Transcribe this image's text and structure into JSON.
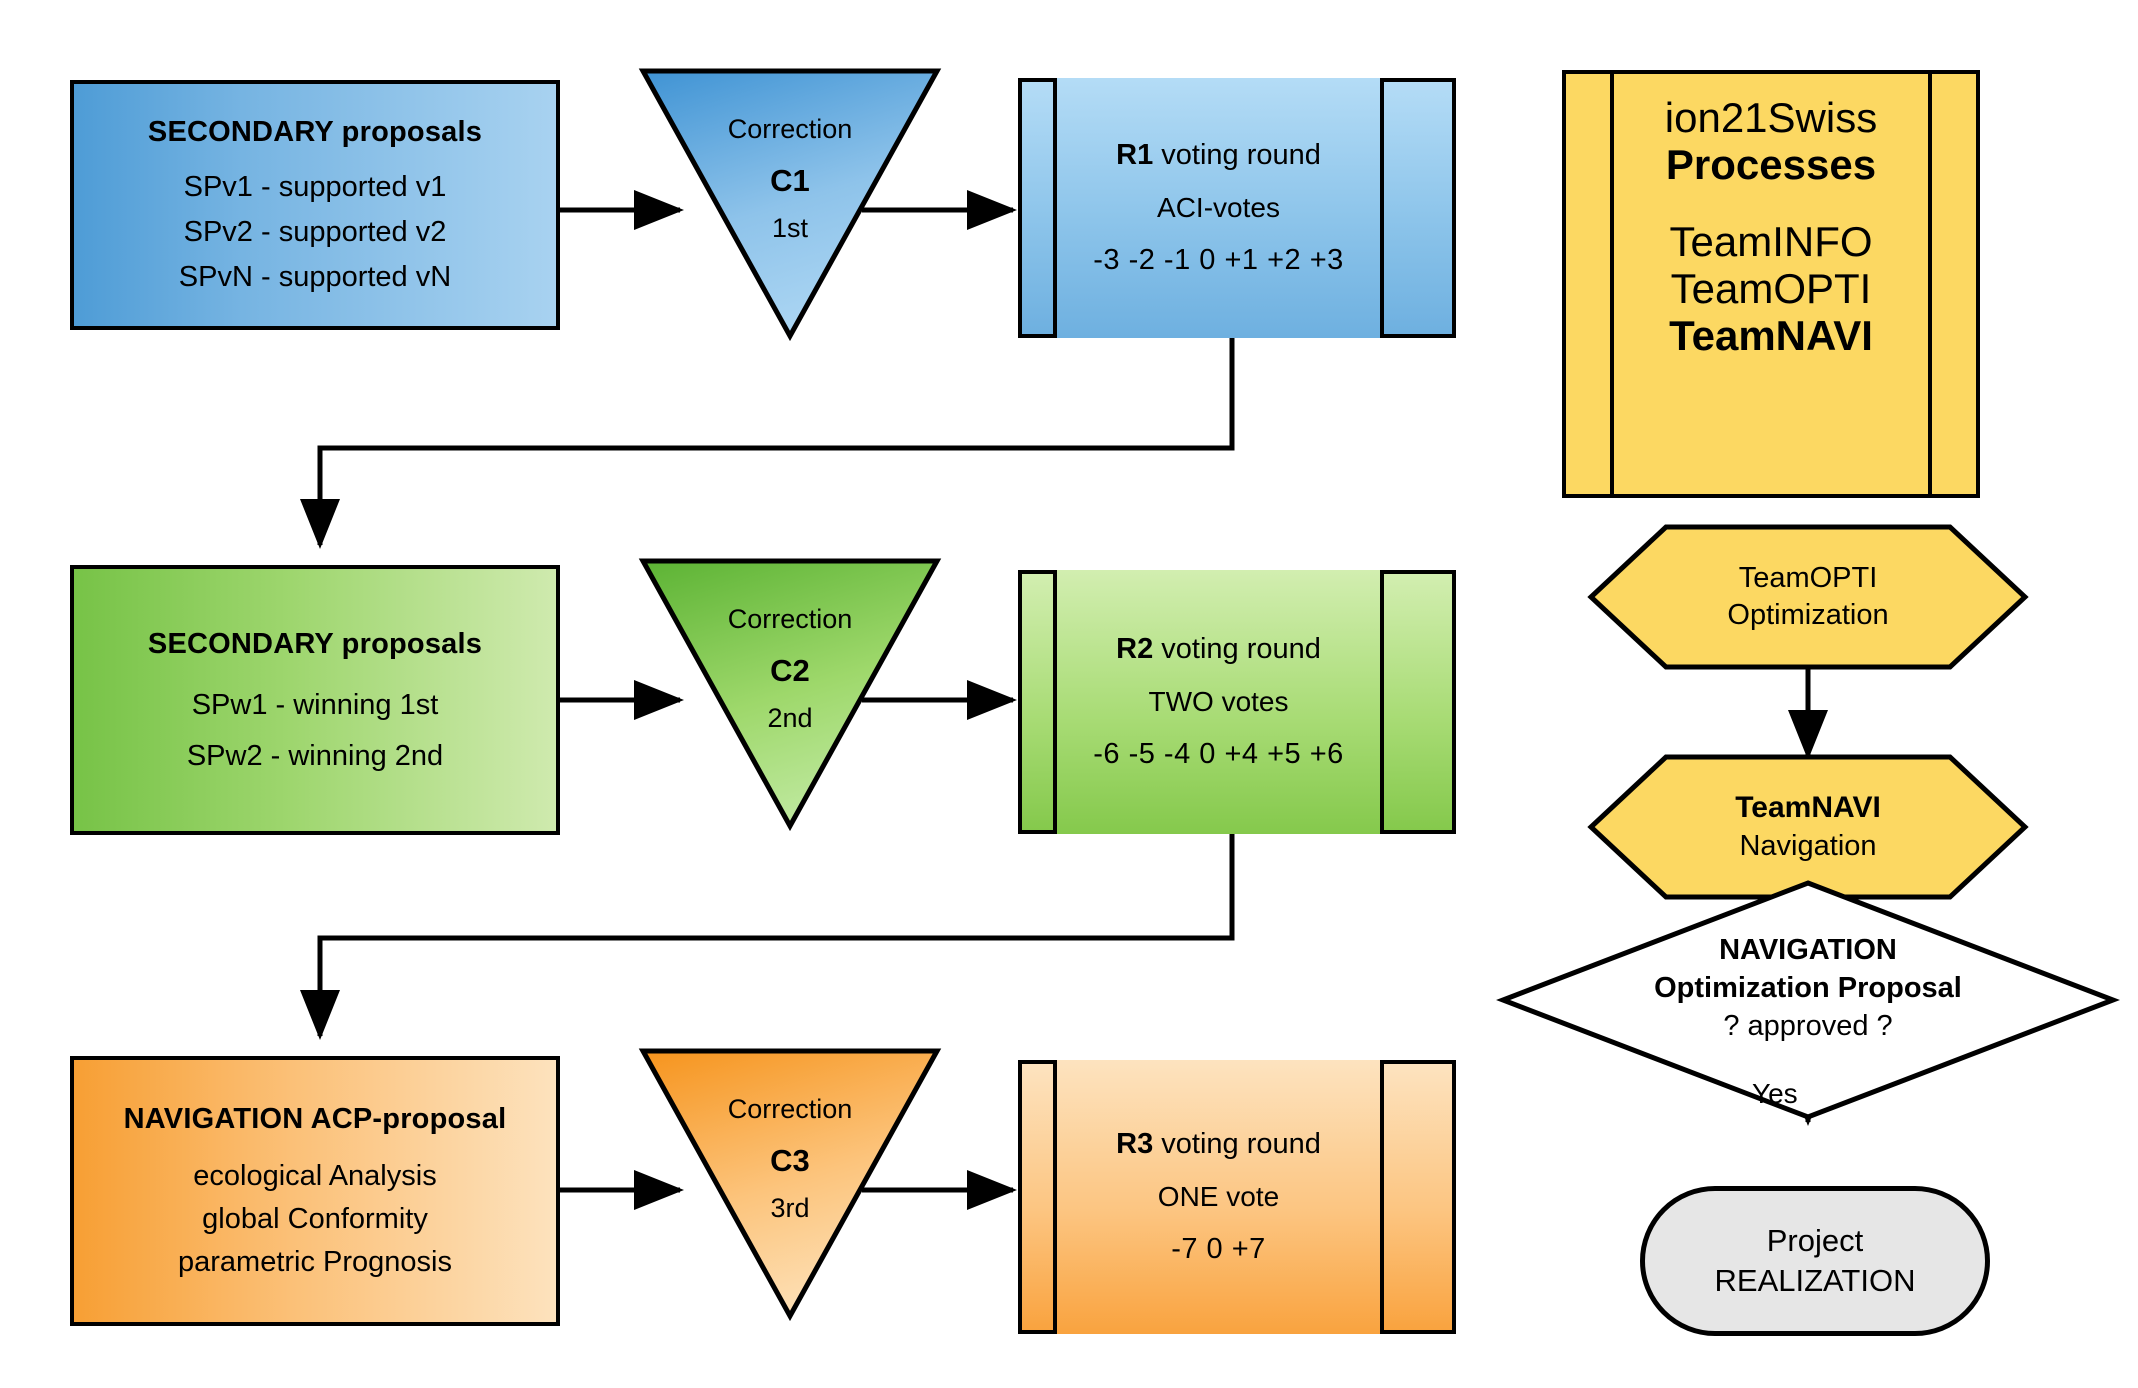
{
  "diagram": {
    "title": "ion21Swiss Processes voting rounds flowchart",
    "colors": {
      "blue": "#6eb0e0",
      "green": "#85c94c",
      "orange": "#f9a33f",
      "yellow": "#fcd862",
      "grey": "#e6e6e6",
      "outline": "#000000"
    }
  },
  "row1": {
    "proposals": {
      "title": "SECONDARY proposals",
      "lines": [
        "SPv1 - supported v1",
        "SPv2 - supported v2",
        "SPvN - supported vN"
      ]
    },
    "correction": {
      "label": "Correction",
      "code": "C1",
      "ordinal": "1st"
    },
    "round": {
      "title_strong": "R1",
      "title_rest": " voting round",
      "subtitle": "ACI-votes",
      "scale": "-3 -2 -1  0 +1 +2 +3"
    }
  },
  "row2": {
    "proposals": {
      "title": "SECONDARY proposals",
      "lines": [
        "SPw1 - winning 1st",
        "SPw2 - winning 2nd"
      ]
    },
    "correction": {
      "label": "Correction",
      "code": "C2",
      "ordinal": "2nd"
    },
    "round": {
      "title_strong": "R2",
      "title_rest": " voting round",
      "subtitle": "TWO votes",
      "scale": "-6 -5 -4  0 +4 +5 +6"
    }
  },
  "row3": {
    "proposals": {
      "title": "NAVIGATION ACP-proposal",
      "lines": [
        "ecological Analysis",
        "global Conformity",
        "parametric Prognosis"
      ]
    },
    "correction": {
      "label": "Correction",
      "code": "C3",
      "ordinal": "3rd"
    },
    "round": {
      "title_strong": "R3",
      "title_rest": " voting round",
      "subtitle": "ONE vote",
      "scale": "-7  0  +7"
    }
  },
  "legend": {
    "line1": "ion21Swiss",
    "line2": "Processes",
    "line3": "TeamINFO",
    "line4": "TeamOPTI",
    "line5": "TeamNAVI"
  },
  "right_flow": {
    "hex1": {
      "line1": "TeamOPTI",
      "line2": "Optimization"
    },
    "hex2": {
      "line1": "TeamNAVI",
      "line2": "Navigation"
    },
    "decision": {
      "line1": "NAVIGATION",
      "line2": "Optimization Proposal",
      "line3": "? approved ?"
    },
    "branch_label": "Yes",
    "terminal": {
      "line1": "Project",
      "line2": "REALIZATION"
    }
  }
}
